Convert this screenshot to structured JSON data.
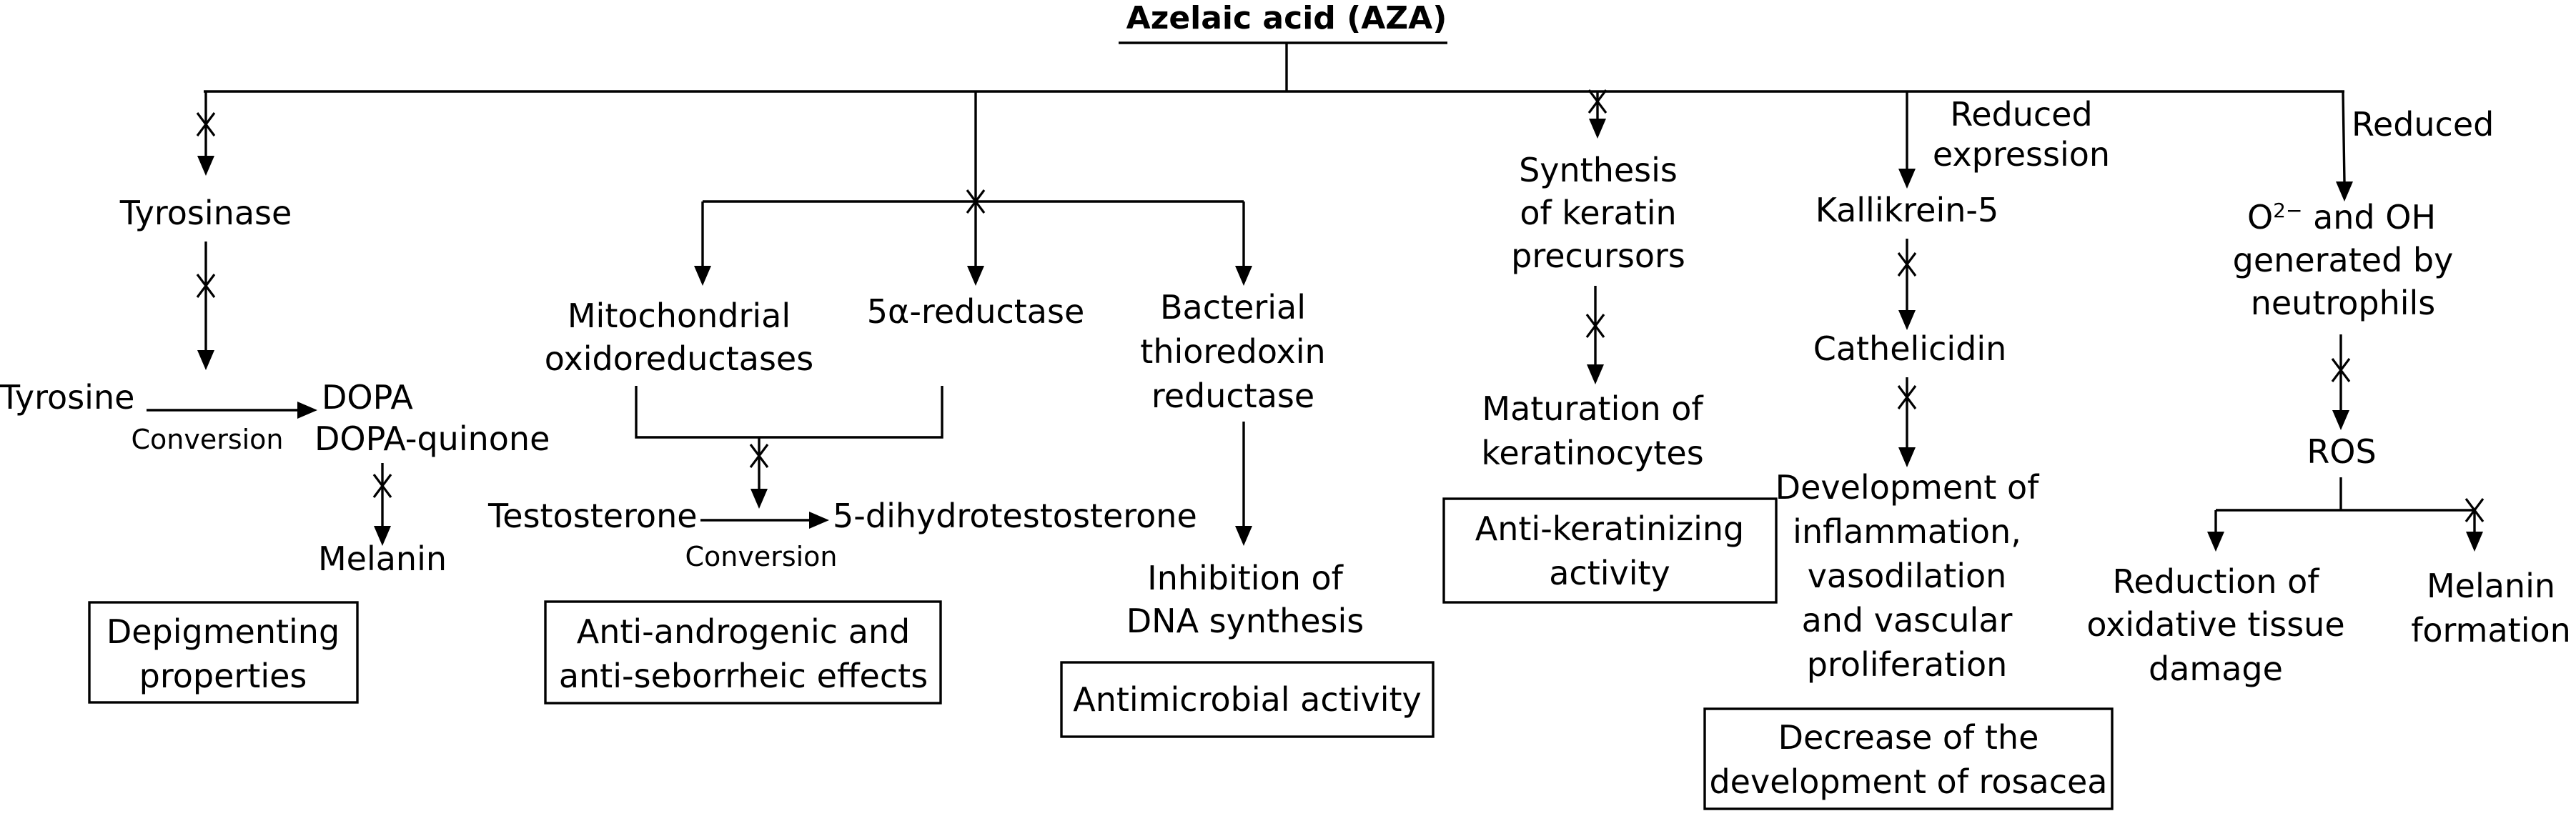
{
  "title": "Azelaic acid (AZA)",
  "branch1": {
    "tyrosinase": "Tyrosinase",
    "tyrosine": "Tyrosine",
    "conversion": "Conversion",
    "dopa": "DOPA",
    "dopa_quinone": "DOPA-quinone",
    "melanin": "Melanin",
    "effect": [
      "Depigmenting",
      "properties"
    ]
  },
  "branch2": {
    "mito": [
      "Mitochondrial",
      "oxidoreductases"
    ],
    "reductase": "5α-reductase",
    "bacterial": [
      "Bacterial",
      "thioredoxin",
      "reductase"
    ],
    "testosterone": "Testosterone",
    "conversion": "Conversion",
    "dht": "5-dihydrotestosterone",
    "inhibition": [
      "Inhibition of",
      "DNA synthesis"
    ],
    "effect_androgen": [
      "Anti-androgenic and",
      "anti-seborrheic effects"
    ],
    "effect_antimicrobial": "Antimicrobial activity"
  },
  "branch3": {
    "synthesis": [
      "Synthesis",
      "of keratin",
      "precursors"
    ],
    "maturation": [
      "Maturation of",
      "keratinocytes"
    ],
    "effect": [
      "Anti-keratinizing",
      "activity"
    ]
  },
  "branch4": {
    "reduced_expression": [
      "Reduced",
      "expression"
    ],
    "kallikrein": "Kallikrein-5",
    "cathelicidin": "Cathelicidin",
    "development": [
      "Development of",
      "inflammation,",
      "vasodilation",
      "and vascular",
      "proliferation"
    ],
    "effect": [
      "Decrease of the",
      "development of rosacea"
    ]
  },
  "branch5": {
    "reduced": "Reduced",
    "o2": "O",
    "o2_sup": "2−",
    "o2_rest": " and OH",
    "generated": [
      "generated by",
      "neutrophils"
    ],
    "ros": "ROS",
    "reduction": [
      "Reduction of",
      "oxidative tissue",
      "damage"
    ],
    "melanin_formation": [
      "Melanin",
      "formation"
    ]
  }
}
